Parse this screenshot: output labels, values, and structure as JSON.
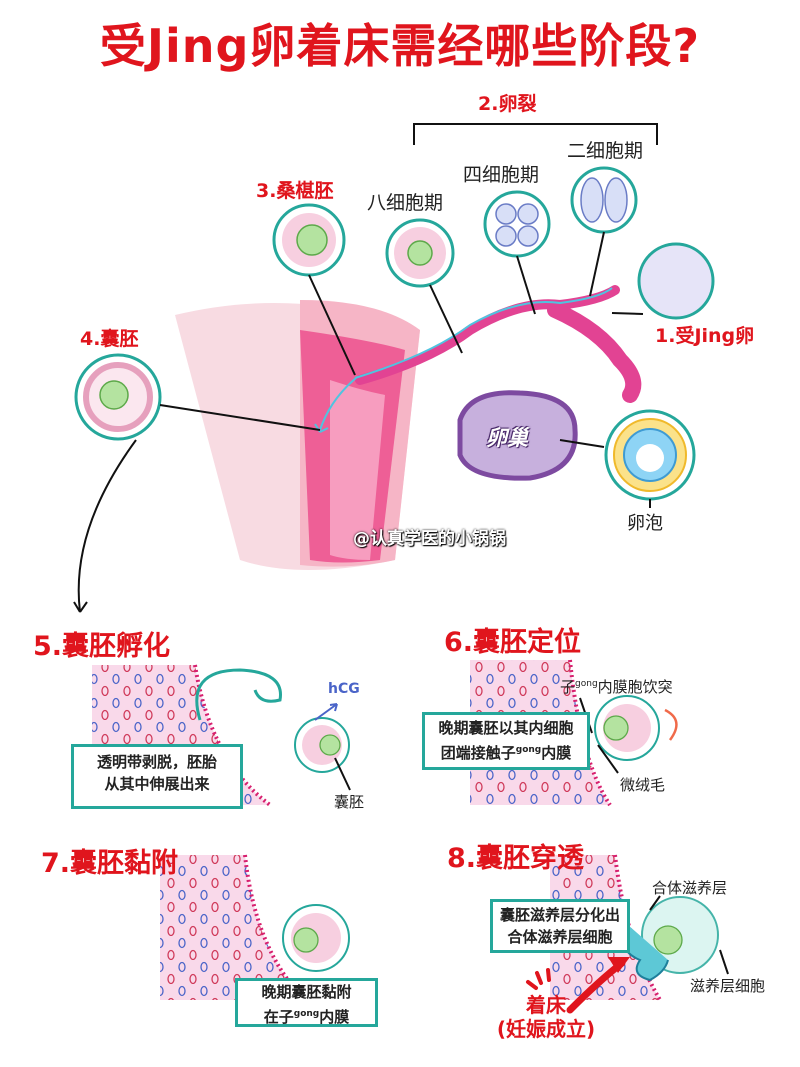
{
  "title": "受Jing卵着床需经哪些阶段?",
  "top": {
    "cleavage_label": "2.卵裂",
    "two_cell": "二细胞期",
    "four_cell": "四细胞期",
    "eight_cell": "八细胞期",
    "morula": "3.桑椹胚",
    "blastocyst": "4.囊胚",
    "fertilized_egg": "1.受Jing卵",
    "ovary": "卵巢",
    "follicle": "卵泡",
    "watermark": "@认真学医的小锅锅"
  },
  "steps": {
    "hatching": {
      "title": "5.囊胚孵化",
      "box_line1": "透明带剥脱，胚胎",
      "box_line2": "从其中伸展出来",
      "hcg": "hCG",
      "embryo": "囊胚"
    },
    "positioning": {
      "title": "6.囊胚定位",
      "pinopode_pre": "子",
      "pinopode_sup": "gong",
      "pinopode_post": "内膜胞饮突",
      "box_line1": "晚期囊胚以其内细胞",
      "box_line2_pre": "团端接触子",
      "box_line2_sup": "gong",
      "box_line2_post": "内膜",
      "microvilli": "微绒毛"
    },
    "adhesion": {
      "title": "7.囊胚黏附",
      "box_line1": "晚期囊胚黏附",
      "box_line2_pre": "在子",
      "box_line2_sup": "gong",
      "box_line2_post": "内膜"
    },
    "penetration": {
      "title": "8.囊胚穿透",
      "syncytio": "合体滋养层",
      "box_line1": "囊胚滋养层分化出",
      "box_line2": "合体滋养层细胞",
      "cyto": "滋养层细胞",
      "implant_line1": "着床",
      "implant_line2": "(妊娠成立)"
    }
  }
}
